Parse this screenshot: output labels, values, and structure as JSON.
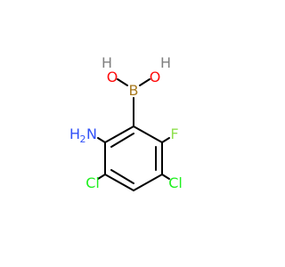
{
  "molecule": {
    "atoms": {
      "o_left": "O",
      "h_left": "H",
      "b": "B",
      "o_right": "O",
      "h_right": "H",
      "n": "N",
      "h_n": "H",
      "h_n_count": "2",
      "f": "F",
      "cl_left": "Cl",
      "cl_right": "Cl"
    },
    "colors": {
      "oxygen": "#ff0d0d",
      "hydrogen": "#7f7f7f",
      "boron": "#a87a1f",
      "nitrogen": "#3050f8",
      "fluorine": "#90e050",
      "chlorine": "#1ff01f",
      "bond": "#000000"
    }
  }
}
